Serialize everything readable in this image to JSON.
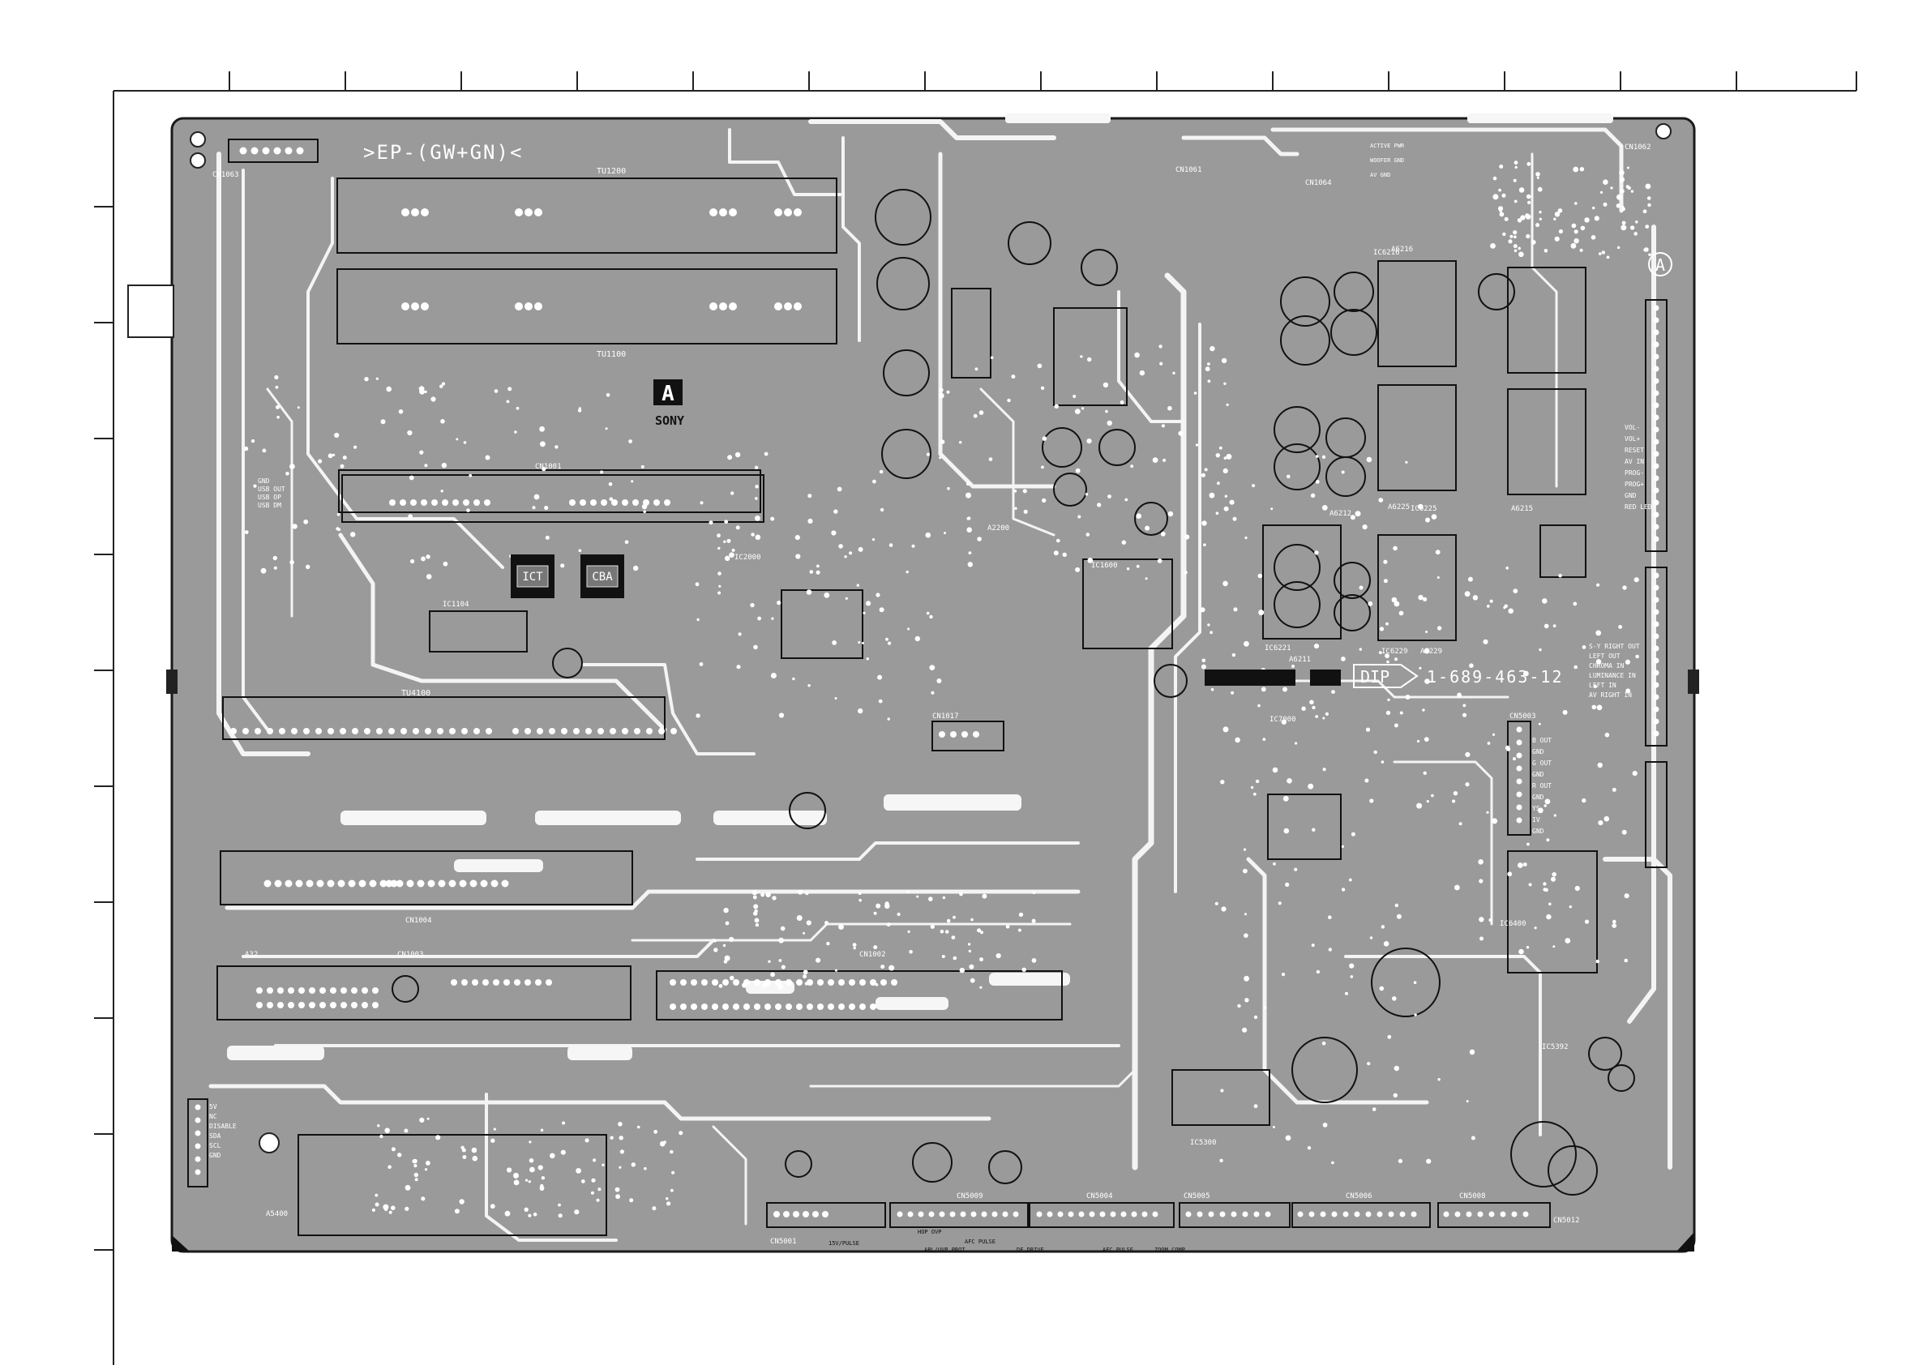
{
  "board": {
    "header_label": ">EP-(GW+GN)<",
    "part_number": "1-689-463-12",
    "dip_label": "DIP",
    "board_letter": "A",
    "corner_letter": "A",
    "brand": "SONY",
    "logos": {
      "ict": "ICT",
      "cba": "CBA"
    }
  },
  "tuners": [
    "TU1200",
    "TU1100",
    "TU4100"
  ],
  "connectors": [
    {
      "id": "CN1063",
      "label": "CN1063"
    },
    {
      "id": "CN1001",
      "label": "CN1001"
    },
    {
      "id": "CN1004",
      "label": "CN1004"
    },
    {
      "id": "CN1003",
      "label": "CN1003"
    },
    {
      "id": "CN1002",
      "label": "CN1002"
    },
    {
      "id": "CN1017",
      "label": "CN1017"
    },
    {
      "id": "CN1061",
      "label": "CN1061"
    },
    {
      "id": "CN1064",
      "label": "CN1064"
    },
    {
      "id": "CN1062",
      "label": "CN1062"
    },
    {
      "id": "CN5003",
      "label": "CN5003"
    },
    {
      "id": "CN5001",
      "label": "CN5001"
    },
    {
      "id": "CN5004",
      "label": "CN5004"
    },
    {
      "id": "CN5005",
      "label": "CN5005"
    },
    {
      "id": "CN5006",
      "label": "CN5006"
    },
    {
      "id": "CN5008",
      "label": "CN5008"
    },
    {
      "id": "CN5009",
      "label": "CN5009"
    },
    {
      "id": "CN5012",
      "label": "CN5012"
    }
  ],
  "ics": [
    {
      "label": "IC1104"
    },
    {
      "label": "IC1600"
    },
    {
      "label": "IC2000"
    },
    {
      "label": "IC6216"
    },
    {
      "label": "IC6225"
    },
    {
      "label": "IC6229"
    },
    {
      "label": "IC6221"
    },
    {
      "label": "IC7000"
    },
    {
      "label": "IC5300"
    },
    {
      "label": "IC5392"
    },
    {
      "label": "IC6400"
    }
  ],
  "modules": [
    {
      "label": "A6216"
    },
    {
      "label": "A6225"
    },
    {
      "label": "A6215"
    },
    {
      "label": "A6212"
    },
    {
      "label": "A6229"
    },
    {
      "label": "A6211"
    },
    {
      "label": "A2200"
    },
    {
      "label": "A5400"
    },
    {
      "label": "A32"
    }
  ],
  "pin_labels": {
    "right_av": [
      "S-Y RIGHT OUT",
      "LEFT OUT",
      "CHROMA IN",
      "LUMINANCE IN",
      "LEFT IN",
      "AV RIGHT IN"
    ],
    "right_reset": [
      "VOL-",
      "VOL+",
      "RESET",
      "AV IN",
      "PROG-",
      "PROG+",
      "GND",
      "RED LED"
    ],
    "cn5003": [
      "B OUT",
      "GND",
      "G OUT",
      "GND",
      "R OUT",
      "GND",
      "YS",
      "IV",
      "GND"
    ],
    "left_usb": [
      "GND",
      "USB OUT",
      "USB OP",
      "USB DM"
    ],
    "left_bottom": [
      "5V",
      "NC",
      "DISABLE",
      "SDA",
      "SCL",
      "GND"
    ],
    "bottom": [
      "HOP OVP",
      "ABL/UVP PROT",
      "AFC PULSE",
      "DF DRIVE",
      "AFC PULSE",
      "ZOOM COMP",
      "15V/PULSE"
    ],
    "top_right": [
      "ACTIVE PWR",
      "WOOFER GND",
      "AV GND"
    ]
  },
  "border_ticks": 15
}
